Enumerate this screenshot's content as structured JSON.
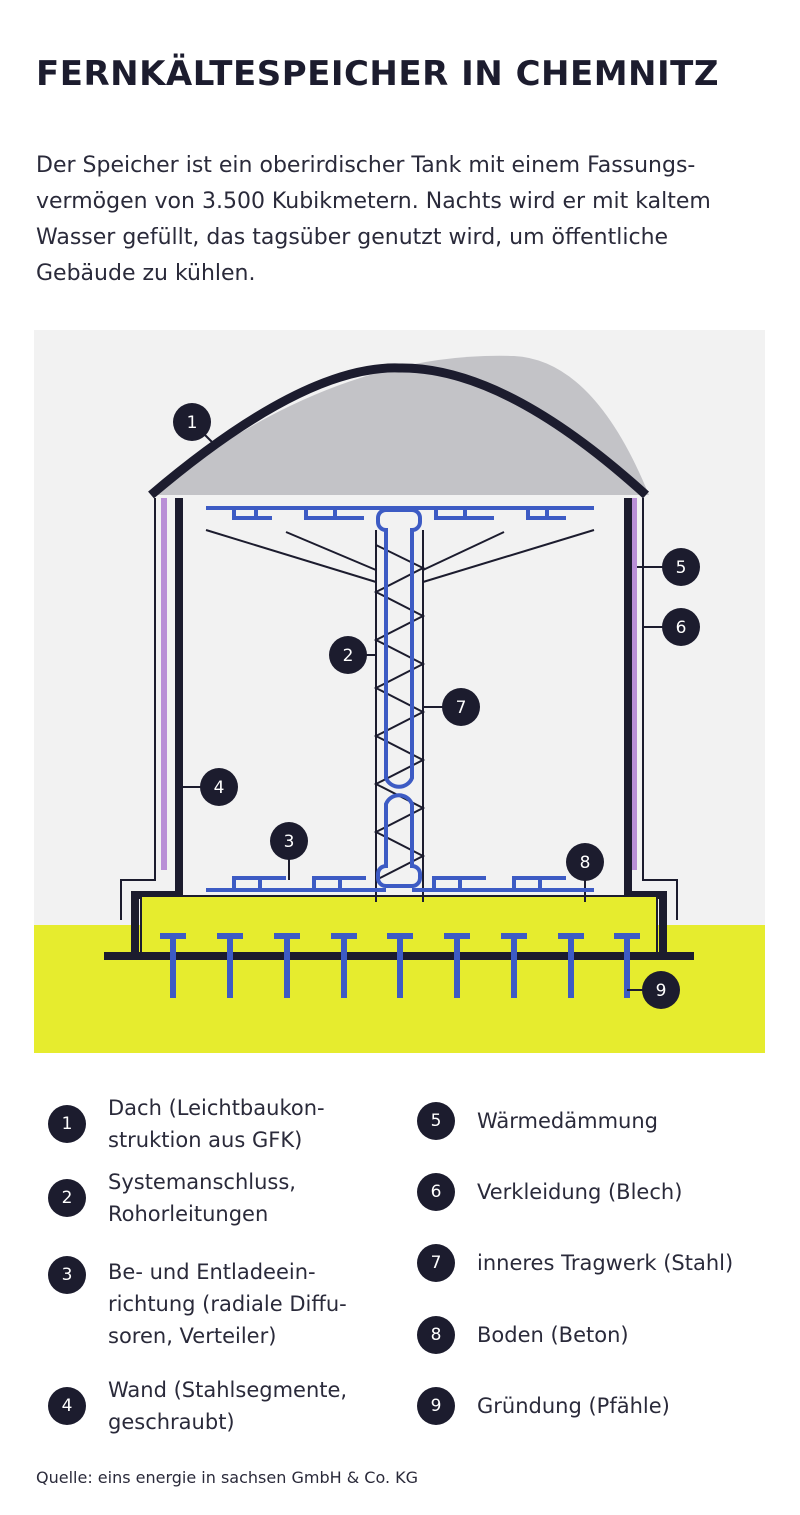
{
  "title": "FERNKÄLTESPEICHER IN CHEMNITZ",
  "intro_lines": [
    "Der Speicher ist ein oberirdischer Tank mit einem Fassungs-",
    "vermögen von 3.500 Kubikmetern. Nachts wird er mit kaltem",
    "Wasser gefüllt, das tagsüber genutzt wird, um öffentliche",
    "Gebäude zu kühlen."
  ],
  "markers": [
    "1",
    "2",
    "3",
    "4",
    "5",
    "6",
    "7",
    "8",
    "9"
  ],
  "legend": [
    {
      "num": "1",
      "lines": [
        "Dach (Leichtbaukon-",
        "struktion aus GFK)"
      ]
    },
    {
      "num": "2",
      "lines": [
        "Systemanschluss,",
        "Rohorleitungen"
      ]
    },
    {
      "num": "3",
      "lines": [
        "Be- und Entladeein-",
        "richtung (radiale Diffu-",
        "soren, Verteiler)"
      ]
    },
    {
      "num": "4",
      "lines": [
        "Wand (Stahlsegmente,",
        "geschraubt)"
      ]
    },
    {
      "num": "5",
      "lines": [
        "Wärmedämmung"
      ]
    },
    {
      "num": "6",
      "lines": [
        "Verkleidung (Blech)"
      ]
    },
    {
      "num": "7",
      "lines": [
        "inneres Tragwerk (Stahl)"
      ]
    },
    {
      "num": "8",
      "lines": [
        "Boden (Beton)"
      ]
    },
    {
      "num": "9",
      "lines": [
        "Gründung (Pfähle)"
      ]
    }
  ],
  "source": "Quelle: eins energie in sachsen GmbH & Co. KG",
  "colors": {
    "dark": "#1c1c2e",
    "ground": "#e6ec2e",
    "pipe": "#3d5bc4",
    "insulation": "#b98fd6",
    "roof": "#c3c3c7",
    "background": "#f2f2f2"
  }
}
